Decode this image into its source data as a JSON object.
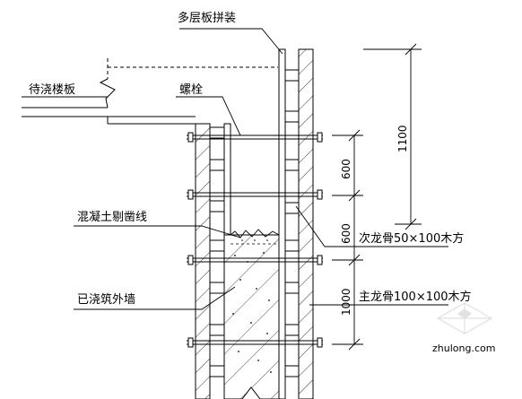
{
  "labels": {
    "plywood_assembly": "多层板拼装",
    "slab_to_pour": "待浇楼板",
    "bolt": "螺栓",
    "chisel_line": "混凝土剔凿线",
    "poured_wall": "已浇筑外墙",
    "secondary_joist": "次龙骨50×100木方",
    "main_joist": "主龙骨100×100木方"
  },
  "dimensions": {
    "total_height": "1100",
    "spacing_upper": "600",
    "spacing_middle": "600",
    "spacing_lower": "1000"
  },
  "watermark": {
    "text": "zhulong.com"
  },
  "colors": {
    "line": "#000000",
    "hatch": "#000000",
    "watermark": "#a8a8a8"
  }
}
